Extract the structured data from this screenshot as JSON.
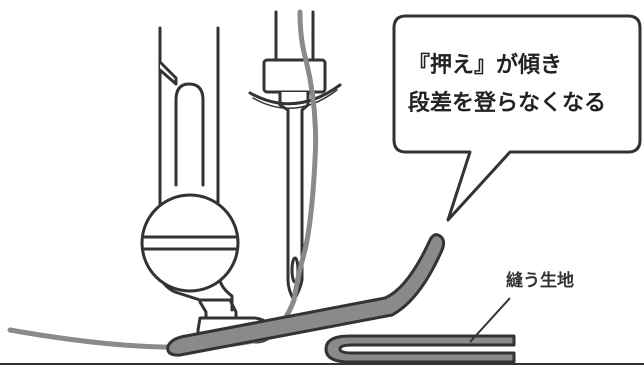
{
  "callout": {
    "line1": "『押え』が傾き",
    "line2": "段差を登らなくなる"
  },
  "fabric_label": "縫う生地",
  "colors": {
    "outline": "#333333",
    "thread": "#8a8a8a",
    "fabric": "#8a8a8a",
    "background": "#ffffff"
  }
}
